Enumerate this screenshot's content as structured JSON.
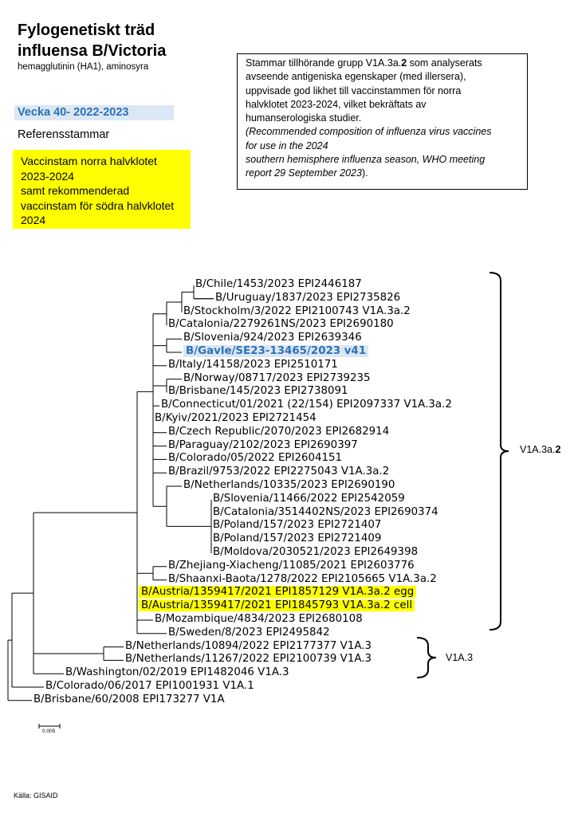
{
  "title_line1": "Fylogenetiskt träd",
  "title_line2": "influensa B/Victoria",
  "subtitle": "hemagglutinin (HA1), aminosyra",
  "week_label": "Vecka 40-  2022-2023",
  "reference_label": "Referensstammar",
  "vaccine_box_lines": [
    "Vaccinstam norra halvklotet",
    "2023-2024",
    "samt rekommenderad",
    "vaccinstam för södra halvklotet",
    "2024"
  ],
  "note": {
    "line1_before": "Stammar tillhörande grupp V1A.3a.",
    "line1_bold": "2",
    "line1_after": " som analyserats",
    "lines": [
      "avseende antigeniska egenskaper (med illersera),",
      "uppvisade god likhet till vaccinstammen för norra",
      "halvklotet 2023-2024,  vilket bekräftats av",
      "humanserologiska studier."
    ],
    "italic_lines": [
      "(Recommended composition of influenza virus vaccines",
      "for use in the 2024",
      "southern hemisphere influenza season, WHO meeting"
    ],
    "last_italic": "report 29 September 2023",
    "last_plain": ")."
  },
  "leaves": [
    {
      "label": "B/Chile/1453/2023 EPI2446187",
      "highlight": "none"
    },
    {
      "label": "B/Uruguay/1837/2023 EPI2735826",
      "highlight": "none"
    },
    {
      "label": "B/Stockholm/3/2022 EPI2100743 V1A.3a.2",
      "highlight": "none"
    },
    {
      "label": "B/Catalonia/2279261NS/2023 EPI2690180",
      "highlight": "none"
    },
    {
      "label": "B/Slovenia/924/2023 EPI2639346",
      "highlight": "none"
    },
    {
      "label": "B/Gavle/SE23-13465/2023 v41",
      "highlight": "blue"
    },
    {
      "label": "B/Italy/14158/2023 EPI2510171",
      "highlight": "none"
    },
    {
      "label": "B/Norway/08717/2023 EPI2739235",
      "highlight": "none"
    },
    {
      "label": "B/Brisbane/145/2023 EPI2738091",
      "highlight": "none"
    },
    {
      "label": "B/Connecticut/01/2021 (22/154) EPI2097337 V1A.3a.2",
      "highlight": "none"
    },
    {
      "label": "B/Kyiv/2021/2023 EPI2721454",
      "highlight": "none"
    },
    {
      "label": "B/Czech Republic/2070/2023 EPI2682914",
      "highlight": "none"
    },
    {
      "label": "B/Paraguay/2102/2023 EPI2690397",
      "highlight": "none"
    },
    {
      "label": "B/Colorado/05/2022 EPI2604151",
      "highlight": "none"
    },
    {
      "label": "B/Brazil/9753/2022 EPI2275043 V1A.3a.2",
      "highlight": "none"
    },
    {
      "label": "B/Netherlands/10335/2023 EPI2690190",
      "highlight": "none"
    },
    {
      "label": "B/Slovenia/11466/2022 EPI2542059",
      "highlight": "none"
    },
    {
      "label": "B/Catalonia/3514402NS/2023 EPI2690374",
      "highlight": "none"
    },
    {
      "label": "B/Poland/157/2023 EPI2721407",
      "highlight": "none"
    },
    {
      "label": "B/Poland/157/2023 EPI2721409",
      "highlight": "none"
    },
    {
      "label": "B/Moldova/2030521/2023 EPI2649398",
      "highlight": "none"
    },
    {
      "label": "B/Zhejiang-Xiacheng/11085/2021  EPI2603776",
      "highlight": "none"
    },
    {
      "label": "B/Shaanxi-Baota/1278/2022  EPI2105665 V1A.3a.2",
      "highlight": "none"
    },
    {
      "label": "B/Austria/1359417/2021 EPI1857129 V1A.3a.2 egg",
      "highlight": "yellow"
    },
    {
      "label": "B/Austria/1359417/2021 EPI1845793 V1A.3a.2 cell",
      "highlight": "yellow"
    },
    {
      "label": "B/Mozambique/4834/2023 EPI2680108",
      "highlight": "none"
    },
    {
      "label": "B/Sweden/8/2023 EPI2495842",
      "highlight": "none"
    },
    {
      "label": "B/Netherlands/10894/2022 EPI2177377 V1A.3",
      "highlight": "none"
    },
    {
      "label": "B/Netherlands/11267/2022 EPI2100739 V1A.3",
      "highlight": "none"
    },
    {
      "label": "B/Washington/02/2019 EPI1482046 V1A.3",
      "highlight": "none"
    },
    {
      "label": "B/Colorado/06/2017 EPI1001931 V1A.1",
      "highlight": "none"
    },
    {
      "label": "B/Brisbane/60/2008 EPI173277 V1A",
      "highlight": "none"
    }
  ],
  "clades": [
    {
      "label_main": "V1A.3a.",
      "label_bold": "2"
    },
    {
      "label_main": "V1A.3",
      "label_bold": ""
    }
  ],
  "scale_label": "0.005",
  "source": "Källa: GISAID"
}
